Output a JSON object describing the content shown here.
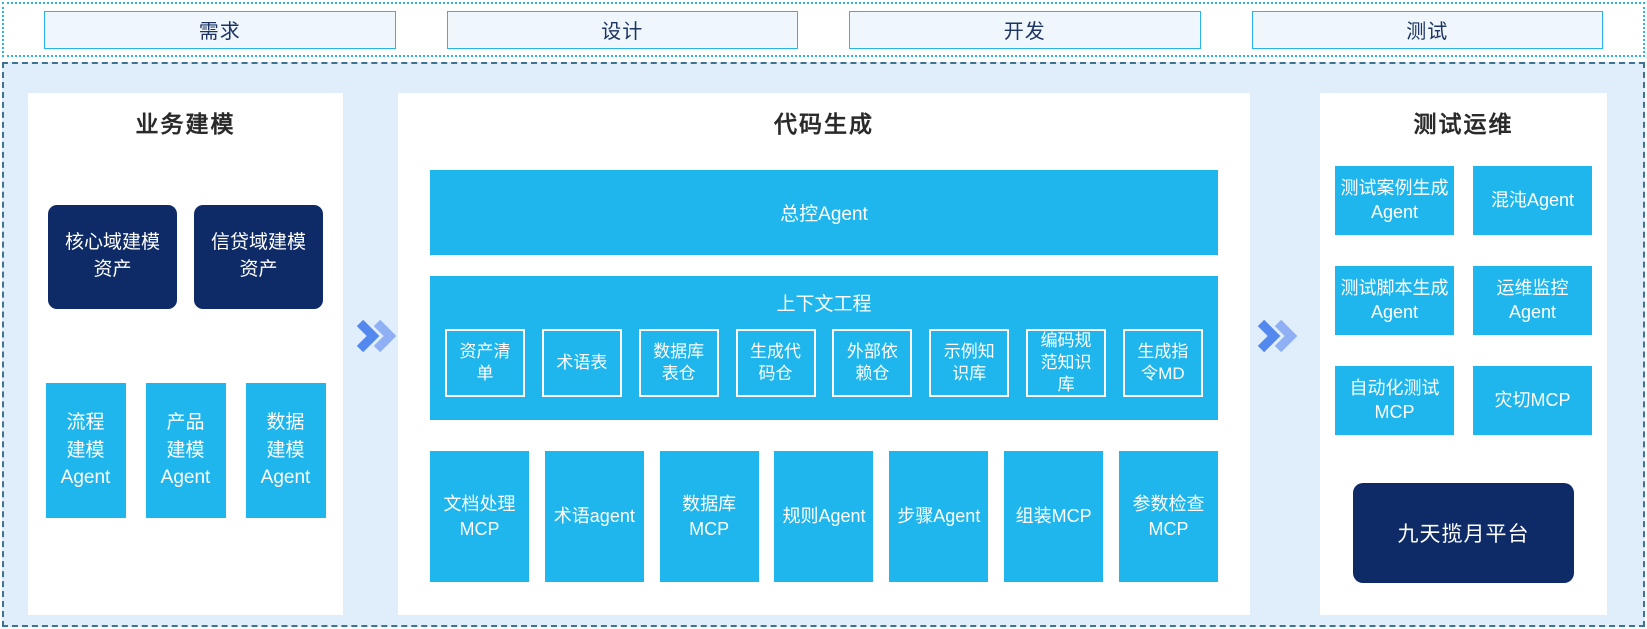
{
  "phases": {
    "items": [
      "需求",
      "设计",
      "开发",
      "测试"
    ]
  },
  "business_modeling": {
    "title": "业务建模",
    "assets": [
      "核心域建模资产",
      "信贷域建模资产"
    ],
    "agents": [
      "流程建模Agent",
      "产品建模Agent",
      "数据建模Agent"
    ]
  },
  "code_generation": {
    "title": "代码生成",
    "master_agent": "总控Agent",
    "context_engineering": {
      "title": "上下文工程",
      "items": [
        "资产清单",
        "术语表",
        "数据库表仓",
        "生成代码仓",
        "外部依赖仓",
        "示例知识库",
        "编码规范知识库",
        "生成指令MD"
      ]
    },
    "tools": [
      "文档处理MCP",
      "术语agent",
      "数据库MCP",
      "规则Agent",
      "步骤Agent",
      "组装MCP",
      "参数检查MCP"
    ]
  },
  "test_ops": {
    "title": "测试运维",
    "agents": [
      "测试案例生成Agent",
      "混沌Agent",
      "测试脚本生成Agent",
      "运维监控Agent",
      "自动化测试MCP",
      "灾切MCP"
    ],
    "platform": "九天揽月平台"
  },
  "colors": {
    "cyan_box": "#1eb6ec",
    "navy_box": "#0e2b67",
    "main_background": "#dfeefa",
    "panel_background": "#ffffff",
    "phase_box_fill": "#eff7fc",
    "phase_border_dotted": "#2ab5e8",
    "main_border_dashed": "#3f7392",
    "phase_text": "#1d3362",
    "arrow_dark_blue": "#5388ef",
    "arrow_light_blue": "#8fb0f4"
  }
}
